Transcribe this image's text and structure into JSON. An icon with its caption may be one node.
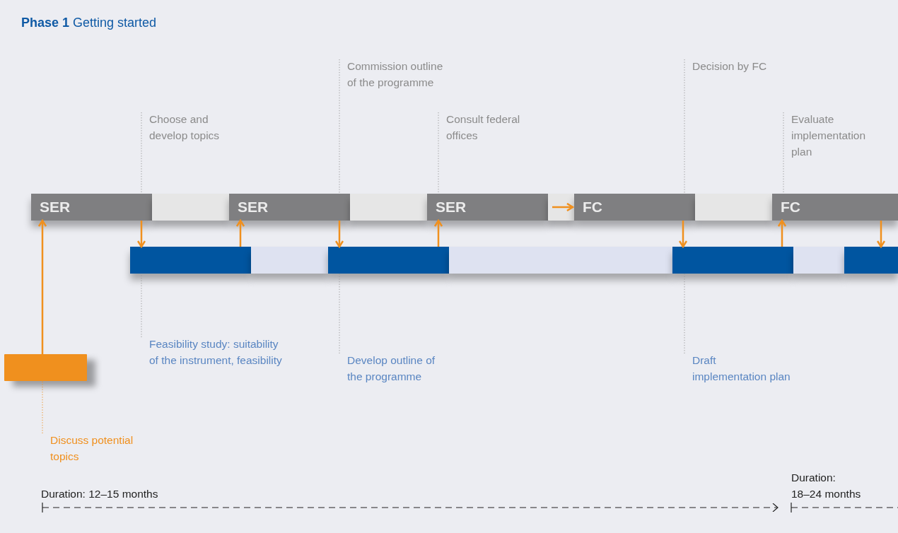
{
  "diagram": {
    "title": "**Phase 1** Getting started",
    "nodes": [
      {
        "text": [
          "SER"
        ]
      },
      {
        "text": [],
        "shape": "box"
      },
      {
        "text": [
          "SER"
        ]
      },
      {
        "text": [],
        "shape": "box"
      },
      {
        "text": [
          "SER"
        ]
      },
      {
        "text": [],
        "shape": "box"
      },
      {
        "text": [
          "FC"
        ]
      },
      {
        "text": [],
        "shape": "box"
      },
      {
        "text": [
          "FC"
        ]
      },
      {
        "text": [],
        "shape": "bar"
      },
      {
        "text": [],
        "shape": "bar"
      },
      {
        "text": [],
        "shape": "bar"
      },
      {
        "text": [],
        "shape": "bar"
      },
      {
        "text": [],
        "shape": "bar"
      },
      {
        "text": [],
        "shape": "bar"
      },
      {
        "text": [],
        "shape": "bar"
      },
      {
        "text": [],
        "shape": "box"
      },
      {
        "text": [
          "Commission outline of the programme"
        ]
      },
      {
        "text": [
          "Decision by FC"
        ]
      },
      {
        "text": [
          "Choose and develop topics"
        ]
      },
      {
        "text": [
          "Consult federal offices"
        ]
      },
      {
        "text": [
          "Evaluate implementation plan"
        ]
      },
      {
        "text": [
          "Feasibility study: suitability of the instrument, feasibility"
        ]
      },
      {
        "text": [
          "Develop outline of the programme"
        ]
      },
      {
        "text": [
          "Draft implementation plan"
        ]
      },
      {
        "text": [
          "Discuss potential topics"
        ]
      }
    ],
    "edges": [
      {
        "from": 16,
        "to": 0,
        "arrow": "to"
      },
      {
        "from": 0,
        "to": 9,
        "arrow": "to"
      },
      {
        "from": 9,
        "to": 2,
        "arrow": "to"
      },
      {
        "from": 2,
        "to": 11,
        "arrow": "to"
      },
      {
        "from": 11,
        "to": 4,
        "arrow": "to"
      },
      {
        "from": 5,
        "to": 6,
        "arrow": "to"
      },
      {
        "from": 6,
        "to": 13,
        "arrow": "to"
      },
      {
        "from": 13,
        "to": 8,
        "arrow": "to"
      },
      {
        "from": 8,
        "to": 15,
        "arrow": "to"
      },
      {
        "from": 17,
        "to": 2,
        "arrow": "none",
        "style": "dashed",
        "color": "#999999"
      },
      {
        "from": 18,
        "to": 6,
        "arrow": "none",
        "style": "dashed",
        "color": "#999999"
      },
      {
        "from": 19,
        "to": 0,
        "arrow": "none",
        "style": "dashed",
        "color": "#999999"
      },
      {
        "from": 20,
        "to": 4,
        "arrow": "none",
        "style": "dashed",
        "color": "#999999"
      },
      {
        "from": 21,
        "to": 8,
        "arrow": "none",
        "style": "dashed",
        "color": "#999999"
      },
      {
        "from": 22,
        "to": 9,
        "arrow": "none",
        "style": "dashed",
        "color": "#999999"
      },
      {
        "from": 23,
        "to": 11,
        "arrow": "none",
        "style": "dashed",
        "color": "#999999"
      },
      {
        "from": 24,
        "to": 13,
        "arrow": "none",
        "style": "dashed",
        "color": "#999999"
      },
      {
        "from": 25,
        "to": 16,
        "arrow": "none",
        "style": "dashed"
      }
    ],
    "labels": [
      "Duration: 18–24 months",
      "Duration: 12–15 months"
    ]
  }
}
